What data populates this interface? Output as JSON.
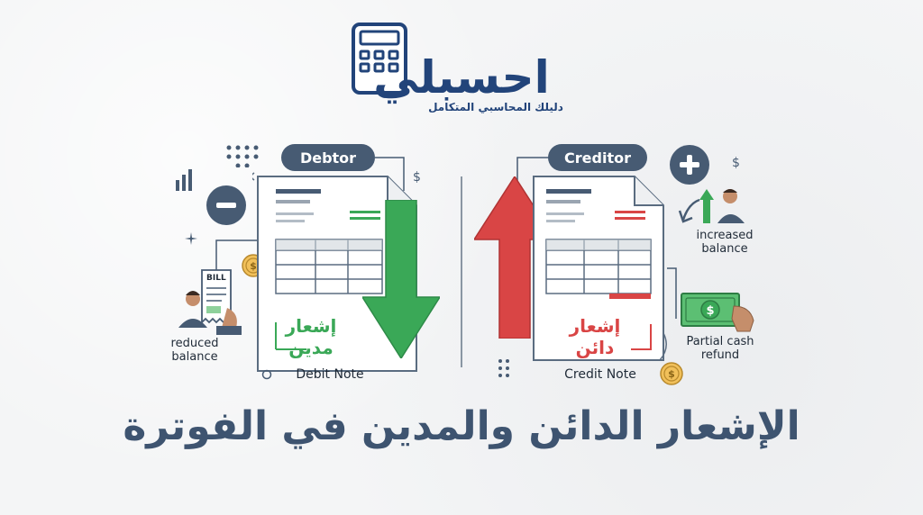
{
  "logo": {
    "wordmark": "احسبلي",
    "tagline": "دليلك المحاسبي المتكامل"
  },
  "debit": {
    "pill": "Debtor",
    "note_ar": "إشعار مدين",
    "note_en": "Debit Note",
    "caption": "reduced balance",
    "bill_label": "BILL",
    "currency": "$"
  },
  "credit": {
    "pill": "Creditor",
    "note_ar": "إشعار دائن",
    "note_en": "Credit Note",
    "caption_top": "increased balance",
    "caption_bottom": "Partial cash refund",
    "currency": "$"
  },
  "title": "الإشعار الدائن والمدين في الفوترة",
  "colors": {
    "navy": "#475b73",
    "green": "#3aa857",
    "red": "#d94545",
    "title": "#3e5470",
    "logo": "#22447a"
  }
}
